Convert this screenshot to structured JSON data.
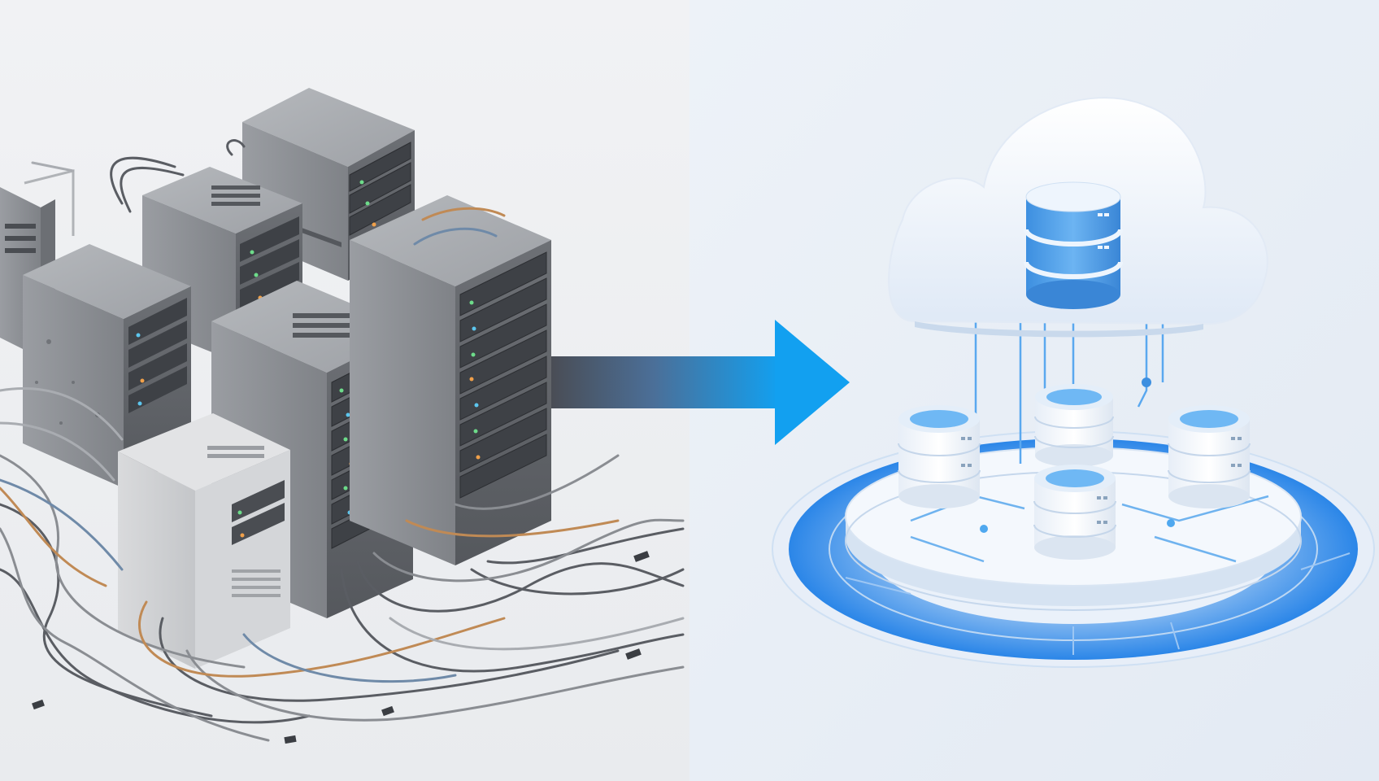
{
  "panels": {
    "left": {
      "name": "legacy-on-premise-servers",
      "background": "#eef0f3",
      "rack_color": "#7a7d82",
      "cable_colors": [
        "#5a5d63",
        "#8a8d92",
        "#c08a55",
        "#6f8aa8",
        "#a9acb1"
      ]
    },
    "right": {
      "name": "cloud-database-platform",
      "background": "#e6edf6",
      "accent": "#1e88e5",
      "cloud_color": "#ffffff",
      "db_color": "#5aa6ea"
    }
  },
  "arrow": {
    "gradient_from": "#4a4d55",
    "gradient_to": "#12a0f0",
    "direction": "right"
  },
  "icons": {
    "server_rack": "server-rack-icon",
    "cloud": "cloud-icon",
    "database": "database-cylinder-icon",
    "arrow": "arrow-right-icon"
  }
}
